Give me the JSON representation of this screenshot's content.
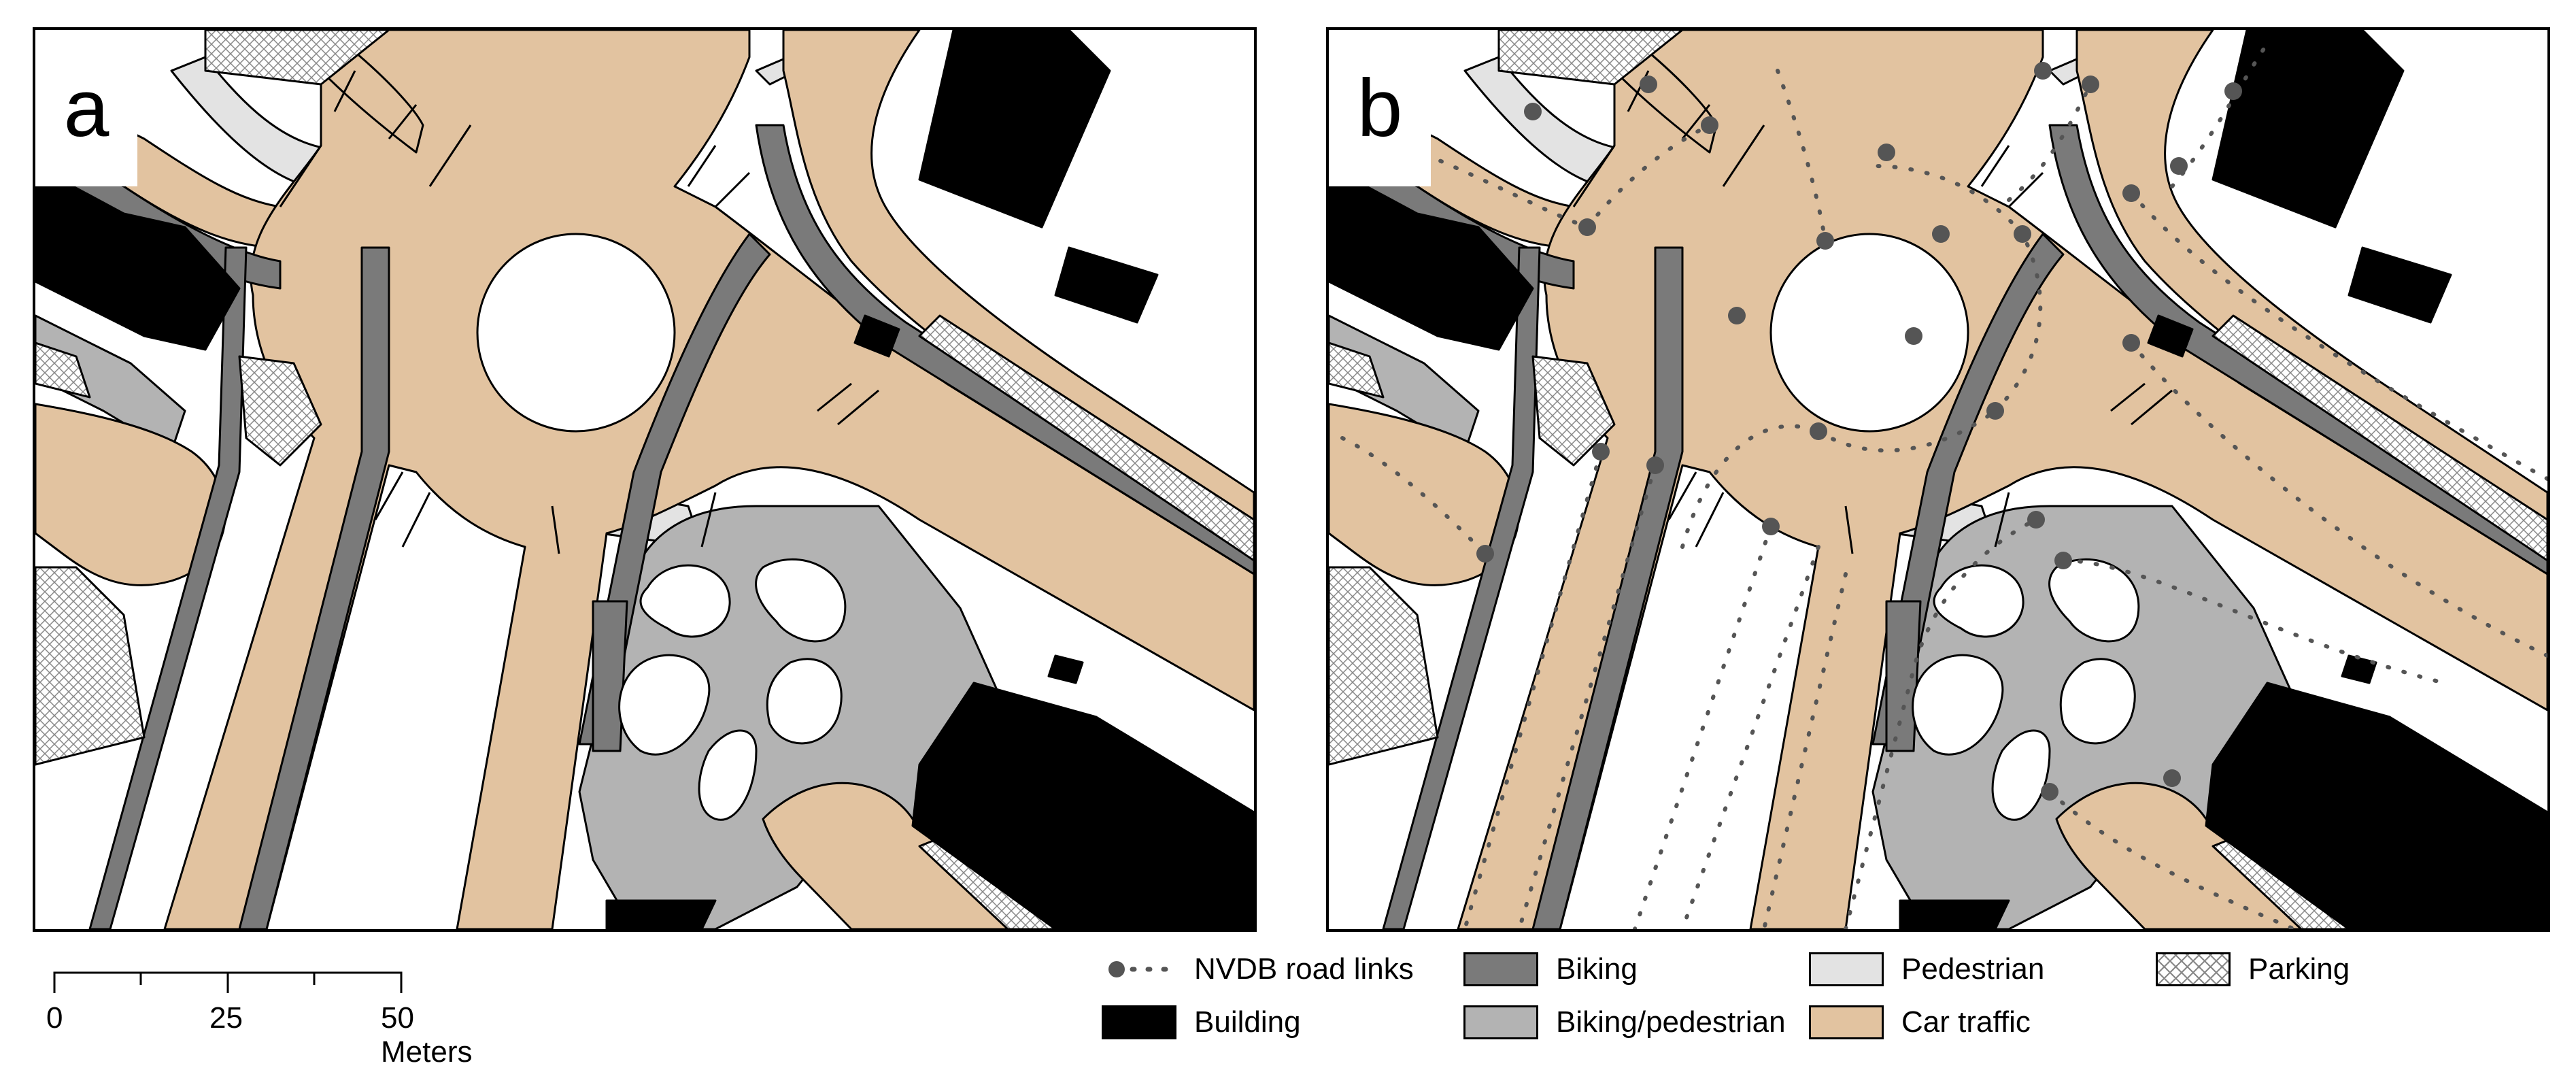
{
  "panels": [
    {
      "label": "a",
      "show_road_links": false
    },
    {
      "label": "b",
      "show_road_links": true
    }
  ],
  "scale_bar": {
    "ticks": [
      "0",
      "25",
      "50 Meters"
    ]
  },
  "legend": {
    "items": [
      {
        "label": "NVDB road links",
        "symbol": "road-link-dotted-line",
        "color": "#555555"
      },
      {
        "label": "Biking",
        "symbol": "fill",
        "color": "#7a7a7a"
      },
      {
        "label": "Pedestrian",
        "symbol": "fill",
        "color": "#e3e3e3"
      },
      {
        "label": "Parking",
        "symbol": "crosshatch-fill",
        "color": "#888888"
      },
      {
        "label": "Building",
        "symbol": "fill",
        "color": "#000000"
      },
      {
        "label": "Biking/pedestrian",
        "symbol": "fill",
        "color": "#b3b3b3"
      },
      {
        "label": "Car traffic",
        "symbol": "fill",
        "color": "#e2c3a0"
      }
    ]
  },
  "colors": {
    "building": "#000000",
    "biking": "#7a7a7a",
    "biking_pedestrian": "#b3b3b3",
    "pedestrian": "#e3e3e3",
    "car_traffic": "#e2c3a0",
    "parking_hatch": "#888888",
    "road_link": "#555555"
  }
}
